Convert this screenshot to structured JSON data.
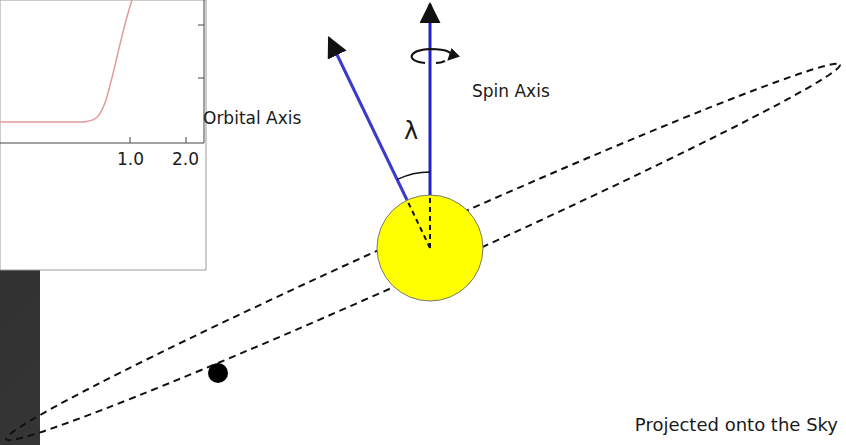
{
  "diagram": {
    "labels": [
      "1.0",
      "2.0",
      "Orbital Axis",
      "Spin Axis",
      "λ",
      "Projected onto the Sky"
    ]
  }
}
